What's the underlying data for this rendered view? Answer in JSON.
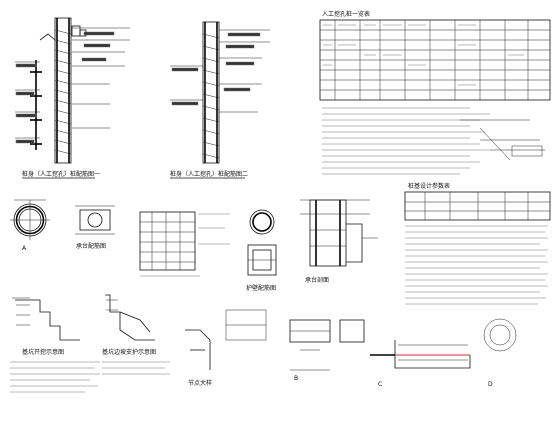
{
  "drawing": {
    "caption_pile_a": "桩身（人工挖孔）桩配筋图一",
    "caption_pile_b": "桩身（人工挖孔）桩配筋图二",
    "caption_table_top": "人工挖孔桩一览表",
    "caption_ring": "护壁配筋图",
    "caption_plan": "承台配筋图",
    "caption_section": "承台剖面",
    "caption_pit": "基坑开挖示意图",
    "caption_excav": "基坑边坡支护示意图",
    "caption_node": "节点大样",
    "caption_table_right": "桩基设计参数表",
    "label_a": "A",
    "label_b": "B",
    "label_c": "C",
    "label_d": "D"
  }
}
